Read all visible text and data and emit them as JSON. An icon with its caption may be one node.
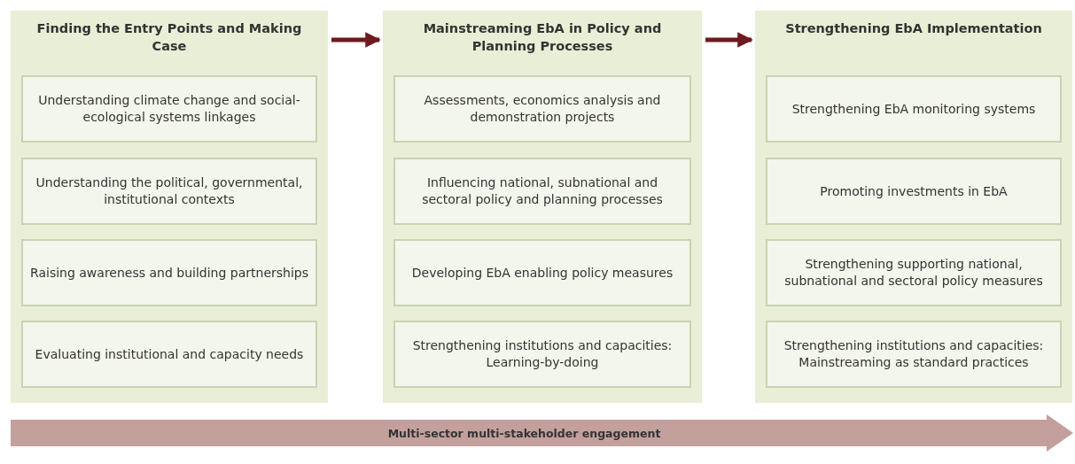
{
  "diagram": {
    "nodes": [
      {
        "text": [
          "Finding the Entry Points and Making Case"
        ]
      },
      {
        "text": [
          "Understanding climate change and social-ecological systems linkages"
        ],
        "in": 0
      },
      {
        "text": [
          "Understanding the political, governmental, institutional contexts"
        ],
        "in": 0
      },
      {
        "text": [
          "Raising awareness and building partnerships"
        ],
        "in": 0
      },
      {
        "text": [
          "Evaluating institutional and capacity needs"
        ],
        "in": 0
      },
      {
        "text": [
          "Mainstreaming EbA in Policy and Planning Processes"
        ]
      },
      {
        "text": [
          "Assessments, economics analysis and demonstration projects"
        ],
        "in": 5
      },
      {
        "text": [
          "Influencing national, subnational and sectoral policy and planning processes"
        ],
        "in": 5
      },
      {
        "text": [
          "Developing EbA enabling policy measures"
        ],
        "in": 5
      },
      {
        "text": [
          "Strengthening institutions and capacities: Learning-by-doing"
        ],
        "in": 5
      },
      {
        "text": [
          "Strengthening EbA Implementation"
        ]
      },
      {
        "text": [
          "Strengthening EbA monitoring systems"
        ],
        "in": 10
      },
      {
        "text": [
          "Promoting investments in EbA"
        ],
        "in": 10
      },
      {
        "text": [
          "Strengthening  supporting national, subnational and sectoral policy measures"
        ],
        "in": 10
      },
      {
        "text": [
          "Strengthening institutions and capacities: Mainstreaming as standard practices"
        ],
        "in": 10
      },
      {
        "text": [
          "Multi-sector multi-stakeholder engagement"
        ]
      }
    ],
    "edges": [
      {
        "from": 0,
        "to": 5,
        "arrow": "to"
      },
      {
        "from": 5,
        "to": 10,
        "arrow": "to"
      }
    ]
  }
}
